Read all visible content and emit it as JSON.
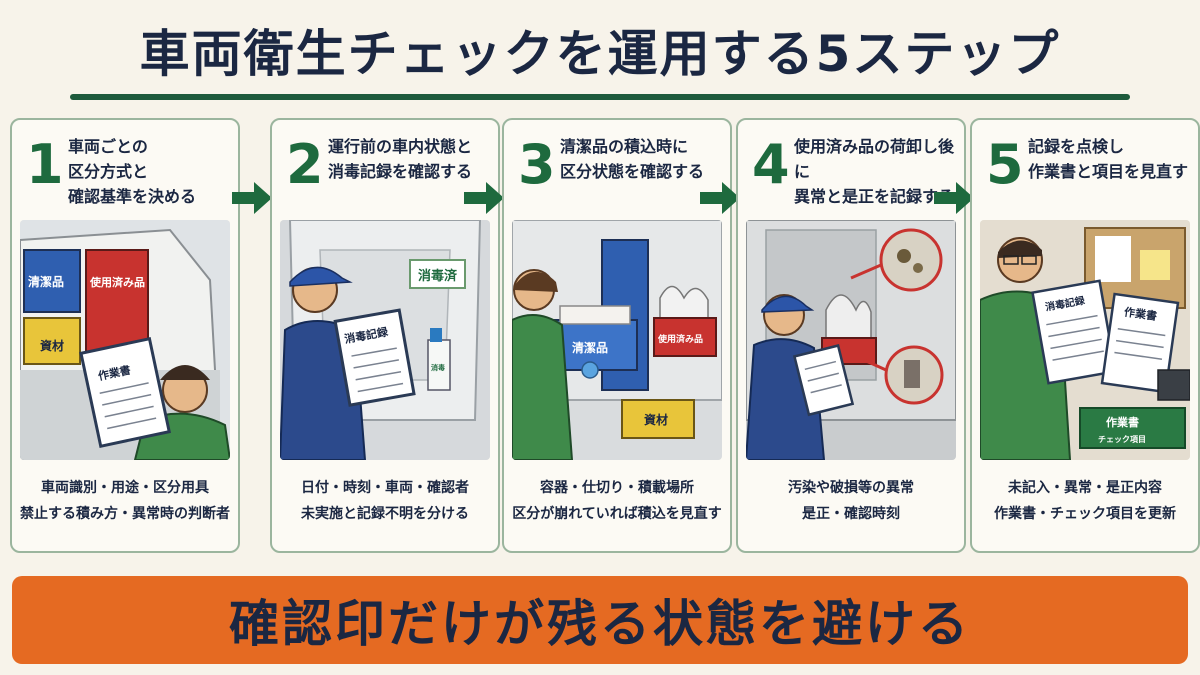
{
  "title": "車両衛生チェックを運用する5ステップ",
  "steps": [
    {
      "number": "1",
      "heading": "車両ごとの\n区分方式と\n確認基準を決める",
      "caption_lines": [
        "車両識別・用途・区分用具",
        "禁止する積み方・異常時の判断者"
      ],
      "labels": {
        "clean": "清潔品",
        "used": "使用済み品",
        "material": "資材",
        "clipboard": "作業書"
      }
    },
    {
      "number": "2",
      "heading": "運行前の車内状態と\n消毒記録を確認する",
      "caption_lines": [
        "日付・時刻・車両・確認者",
        "未実施と記録不明を分ける"
      ],
      "labels": {
        "sign": "消毒済",
        "clipboard": "消毒記録",
        "spray": "消毒"
      }
    },
    {
      "number": "3",
      "heading": "清潔品の積込時に\n区分状態を確認する",
      "caption_lines": [
        "容器・仕切り・積載場所",
        "区分が崩れていれば積込を見直す"
      ],
      "labels": {
        "clean": "清潔品",
        "used": "使用済み品",
        "material": "資材"
      }
    },
    {
      "number": "4",
      "heading": "使用済み品の荷卸し後に\n異常と是正を記録する",
      "caption_lines": [
        "汚染や破損等の異常",
        "是正・確認時刻"
      ],
      "labels": {}
    },
    {
      "number": "5",
      "heading": "記録を点検し\n作業書と項目を見直す",
      "caption_lines": [
        "未記入・異常・是正内容",
        "作業書・チェック項目を更新"
      ],
      "labels": {
        "record": "消毒記録",
        "manual": "作業書",
        "book": "作業書",
        "book_sub": "チェック項目"
      }
    }
  ],
  "banner": "確認印だけが残る状態を避ける",
  "colors": {
    "accent_green": "#1e6a3e",
    "banner_orange": "#e56a22",
    "title_navy": "#1b2742"
  }
}
